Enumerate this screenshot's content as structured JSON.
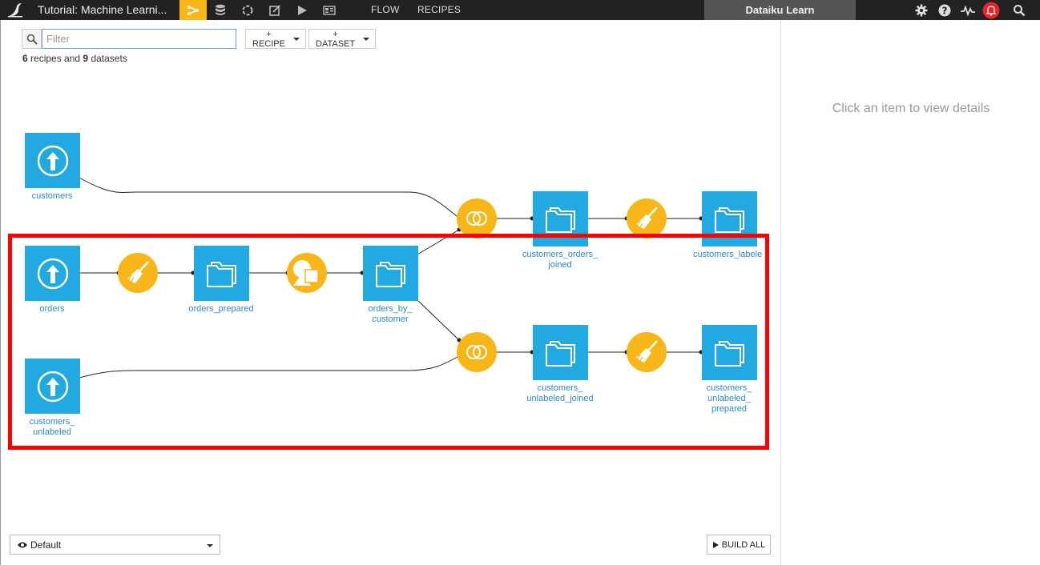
{
  "topbar": {
    "project_title": "Tutorial: Machine Learni...",
    "tabs": [
      {
        "label": "FLOW"
      },
      {
        "label": "RECIPES"
      }
    ],
    "instance_name": "Dataiku Learn",
    "accent_color": "#f9b618",
    "icons": [
      "flow-icon",
      "datasets-icon",
      "analysis-icon",
      "notebooks-icon",
      "jobs-icon",
      "dashboards-icon"
    ]
  },
  "toolbar": {
    "filter_placeholder": "Filter",
    "filter_value": "",
    "recipe_button": "+ RECIPE",
    "dataset_button": "+ DATASET"
  },
  "summary": {
    "recipes_count": "6",
    "recipes_text": "recipes and",
    "datasets_count": "9",
    "datasets_text": "datasets"
  },
  "flow": {
    "dataset_color": "#22a9e1",
    "recipe_color": "#f9b618",
    "datasets": {
      "customers": [
        "customers"
      ],
      "orders": [
        "orders"
      ],
      "customers_unlabeled": [
        "customers_",
        "unlabeled"
      ],
      "orders_prepared": [
        "orders_prepared"
      ],
      "orders_by_customer": [
        "orders_by_",
        "customer"
      ],
      "customers_orders_joined": [
        "customers_orders_",
        "joined"
      ],
      "customers_labeled": [
        "customers_labele"
      ],
      "customers_unlabeled_joined": [
        "customers_",
        "unlabeled_joined"
      ],
      "customers_unlabeled_prepared": [
        "customers_",
        "unlabeled_",
        "prepared"
      ]
    }
  },
  "sidepanel": {
    "message": "Click an item to view details"
  },
  "bottom": {
    "zone_select": "Default",
    "build_all": "BUILD ALL"
  }
}
